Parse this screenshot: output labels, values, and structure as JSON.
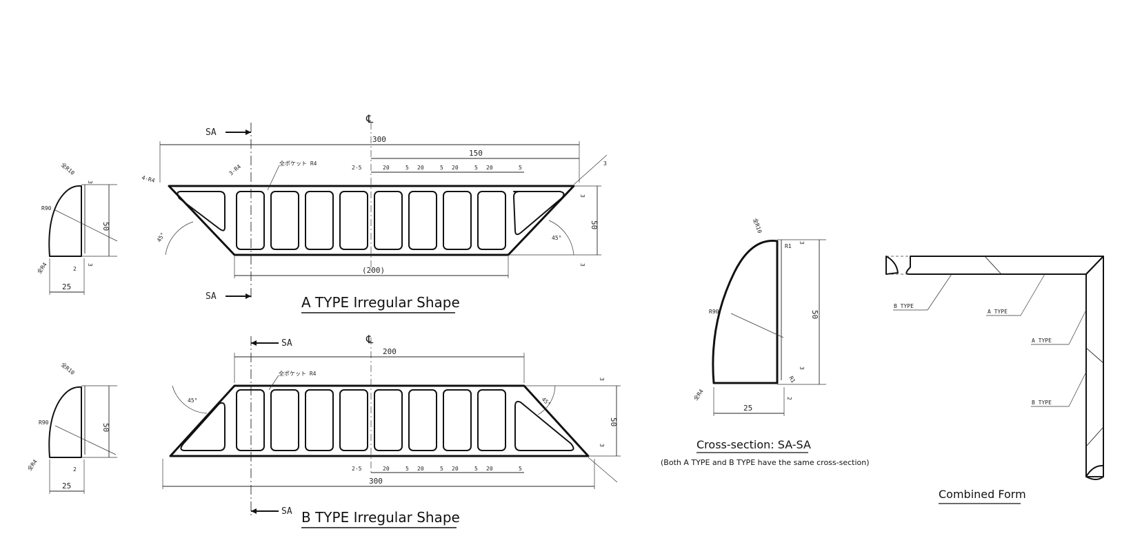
{
  "captions": {
    "a_type": "A TYPE Irregular Shape",
    "b_type": "B TYPE Irregular Shape",
    "cross_section": "Cross-section: SA-SA",
    "cross_section_note": "(Both A TYPE and B TYPE have the same cross-section)",
    "combined": "Combined Form"
  },
  "a_type": {
    "section_mark": "SA",
    "center_mark": "℄",
    "overall_width": "300",
    "half_width": "150",
    "bottom_width": "(200)",
    "height": "50",
    "angle_left": "45°",
    "angle_right": "45°",
    "corner_left": "4-R4",
    "corner_inner": "3-R4",
    "pocket_note": "全ポケット R4",
    "pitch_label": "2-5",
    "pocket_widths": [
      "20",
      "20",
      "20",
      "20"
    ],
    "rib_widths": [
      "5",
      "5",
      "5",
      "5"
    ],
    "edge_3": "3"
  },
  "b_type": {
    "section_mark": "SA",
    "center_mark": "℄",
    "overall_width": "300",
    "top_width": "200",
    "height": "50",
    "angle_left": "45°",
    "angle_right": "45°",
    "pocket_note": "全ポケット R4",
    "pitch_label": "2-5",
    "pocket_widths": [
      "20",
      "20",
      "20",
      "20"
    ],
    "rib_widths": [
      "5",
      "5",
      "5",
      "5"
    ],
    "edge_3": "3"
  },
  "section": {
    "width": "25",
    "height": "50",
    "radius_large": "R90",
    "radius_top": "全R10",
    "radius_bottom": "全R4",
    "thickness": "3",
    "flat": "2",
    "r1": "R1"
  },
  "combined": {
    "labels": [
      "B TYPE",
      "A TYPE",
      "A TYPE",
      "B TYPE"
    ]
  }
}
